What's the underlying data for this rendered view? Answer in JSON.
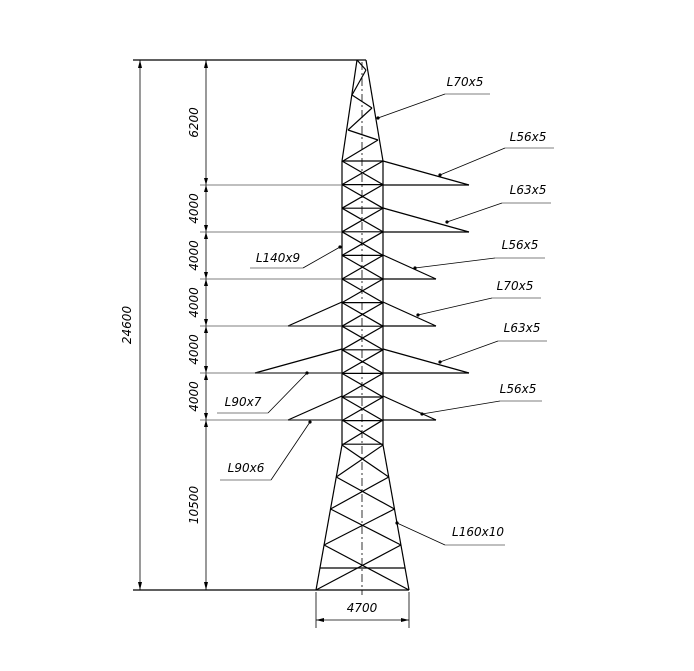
{
  "title": "Steel lattice transmission tower",
  "dimensions": {
    "total_height": "24600",
    "segments": [
      "6200",
      "4000",
      "4000",
      "4000",
      "4000",
      "4000",
      "10500"
    ],
    "base_width": "4700"
  },
  "member_labels": {
    "top_cone": "L70x5",
    "arm_1": "L56x5",
    "arm_2": "L63x5",
    "arm_3": "L56x5",
    "arm_4": "L70x5",
    "arm_5": "L63x5",
    "arm_6": "L56x5",
    "shaft": "L140x9",
    "left_arm_upper": "L90x7",
    "left_arm_lower": "L90x6",
    "base_leg": "L160x10"
  }
}
